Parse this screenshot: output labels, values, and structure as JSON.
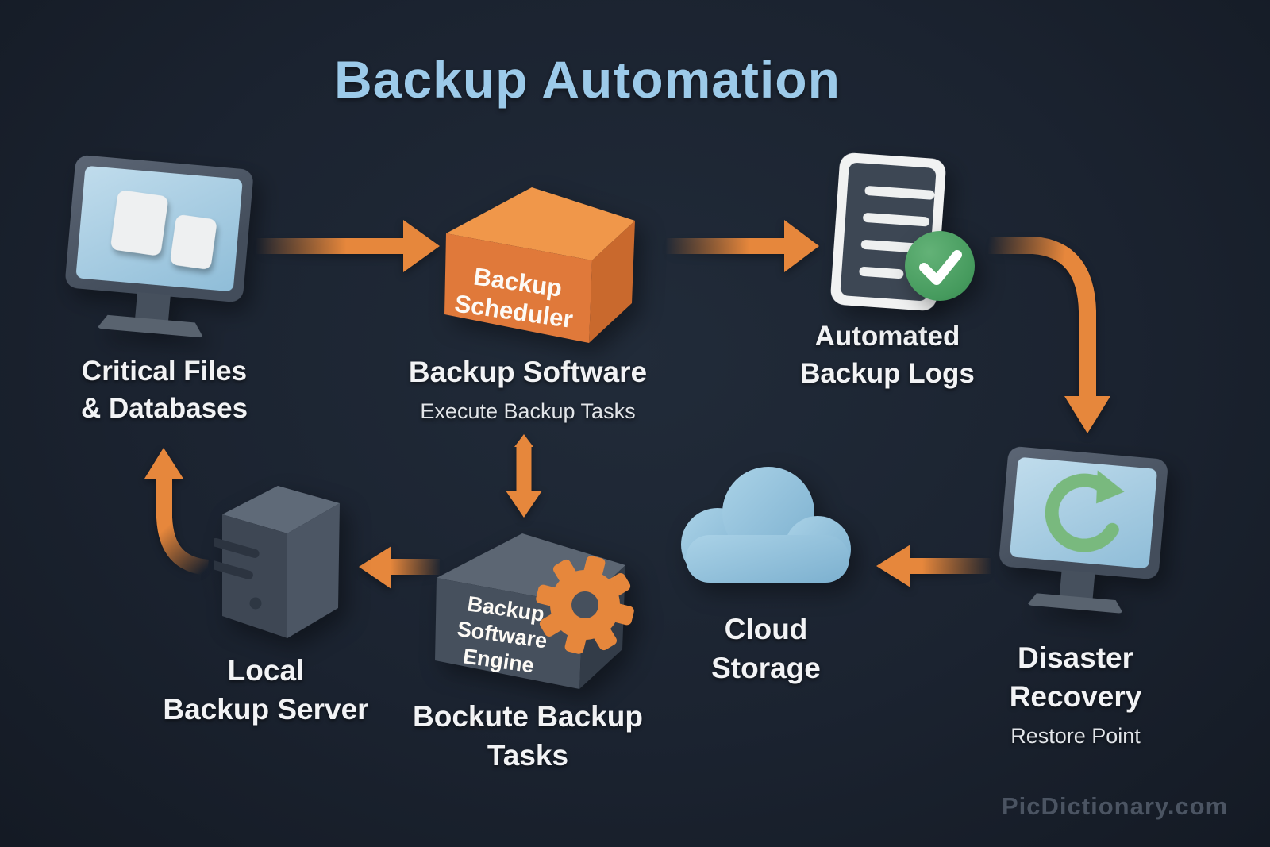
{
  "title": "Backup Automation",
  "watermark": "PicDictionary.com",
  "colors": {
    "background": "#1b2330",
    "title_blue": "#9ccae9",
    "arrow_orange": "#e6873c",
    "cube_orange_front": "#e0793a",
    "cube_orange_top": "#f0974a",
    "dark_slate": "#434d5b",
    "screen_blue": "#a6cbe1",
    "cloud_blue": "#92c2dd",
    "check_green": "#459a5d",
    "refresh_green": "#79b97e",
    "label_white": "#f2f3f5"
  },
  "nodes": {
    "critical_files": {
      "icon": "monitor-documents-icon",
      "label1": "Critical Files",
      "label2": "& Databases"
    },
    "backup_software": {
      "icon": "orange-cube-icon",
      "cube_line1": "Backup",
      "cube_line2": "Scheduler",
      "label": "Backup Software",
      "sublabel": "Execute Backup Tasks"
    },
    "backup_logs": {
      "icon": "document-checkmark-icon",
      "label1": "Automated",
      "label2": "Backup Logs"
    },
    "disaster_recovery": {
      "icon": "monitor-refresh-icon",
      "label1": "Disaster",
      "label2": "Recovery",
      "sublabel": "Restore Point"
    },
    "cloud_storage": {
      "icon": "cloud-icon",
      "label1": "Cloud",
      "label2": "Storage"
    },
    "backup_engine": {
      "icon": "dark-cube-gear-icon",
      "cube_line1": "Backup",
      "cube_line2": "Software",
      "cube_line3": "Engine",
      "label1": "Bockute Backup",
      "label2": "Tasks"
    },
    "local_server": {
      "icon": "server-tower-icon",
      "label1": "Local",
      "label2": "Backup Server"
    }
  },
  "arrows": [
    {
      "from": "critical_files",
      "to": "backup_software"
    },
    {
      "from": "backup_software",
      "to": "backup_logs"
    },
    {
      "from": "backup_logs",
      "to": "disaster_recovery"
    },
    {
      "from": "backup_software",
      "to": "backup_engine"
    },
    {
      "from": "disaster_recovery",
      "to": "cloud_storage"
    },
    {
      "from": "backup_engine",
      "to": "local_server"
    },
    {
      "from": "local_server",
      "to": "critical_files"
    }
  ]
}
